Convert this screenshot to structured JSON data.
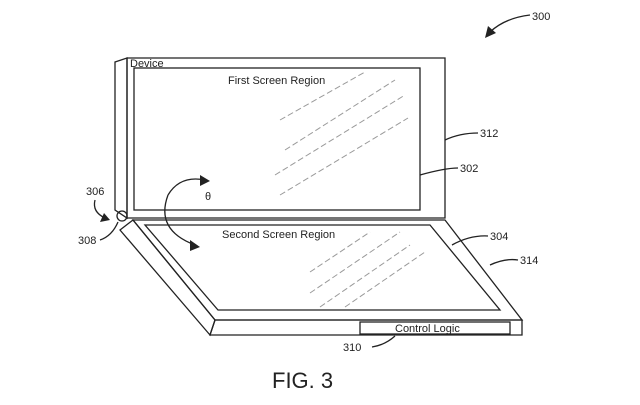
{
  "labels": {
    "device": "Device",
    "first_screen": "First Screen Region",
    "second_screen": "Second Screen Region",
    "control_logic": "Control Logic",
    "angle": "θ"
  },
  "refs": {
    "r300": "300",
    "r302": "302",
    "r304": "304",
    "r306": "306",
    "r308": "308",
    "r310": "310",
    "r312": "312",
    "r314": "314"
  },
  "caption": "FIG. 3",
  "colors": {
    "line": "#222222",
    "glare": "#9a9a9a",
    "background": "#ffffff"
  }
}
